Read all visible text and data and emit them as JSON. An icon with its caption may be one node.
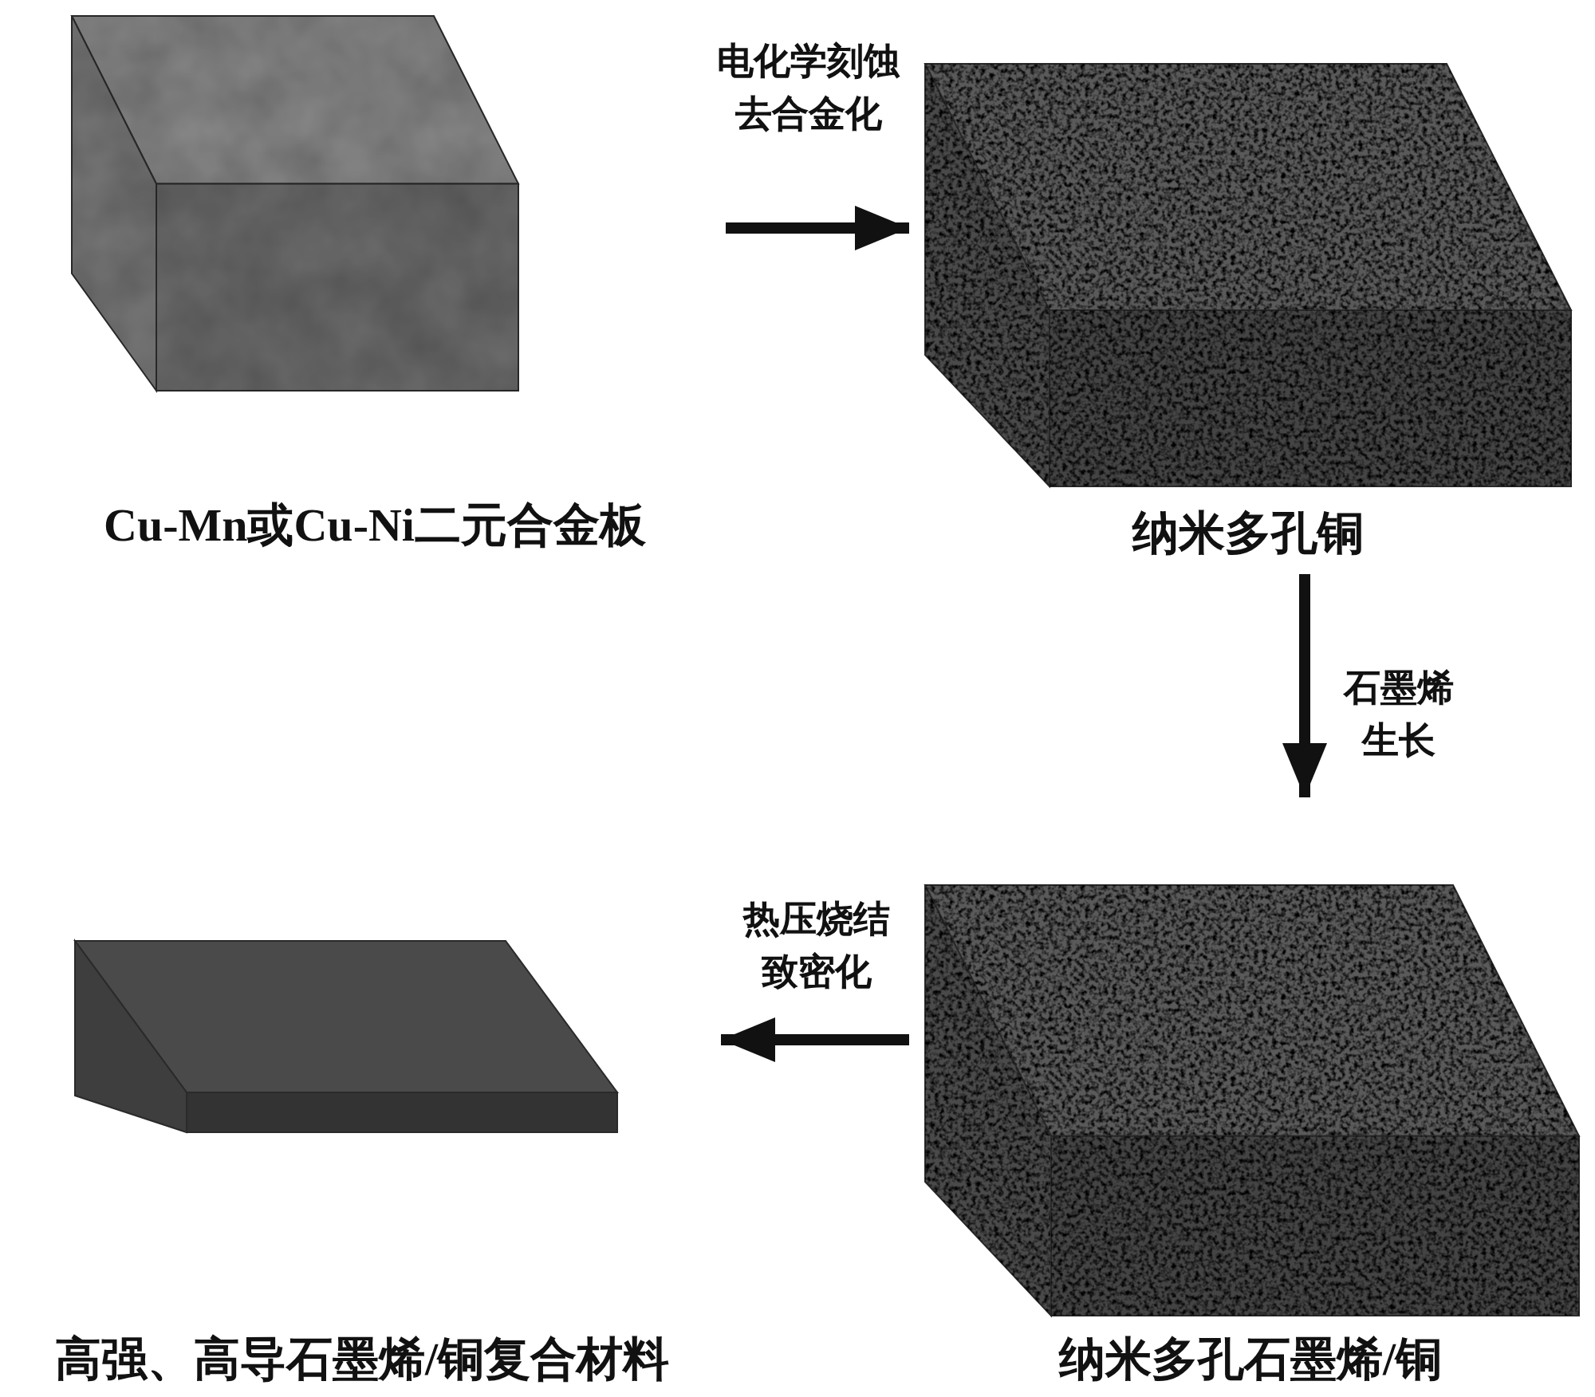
{
  "diagram": {
    "nodes": [
      {
        "text": [
          "Cu-Mn或Cu-Ni二元合金板"
        ]
      },
      {
        "text": [
          "纳米多孔铜"
        ]
      },
      {
        "text": [
          "纳米多孔石墨烯/铜"
        ]
      },
      {
        "text": [
          "高强、高导石墨烯/铜复合材料"
        ]
      }
    ],
    "edges": [
      {
        "from": 0,
        "to": 1,
        "arrow": "to",
        "label": "电化学刻蚀去合金化"
      },
      {
        "from": 1,
        "to": 2,
        "arrow": "to",
        "label": "石墨烯生长"
      },
      {
        "from": 2,
        "to": 3,
        "arrow": "to",
        "label": "热压烧结致密化"
      }
    ]
  }
}
